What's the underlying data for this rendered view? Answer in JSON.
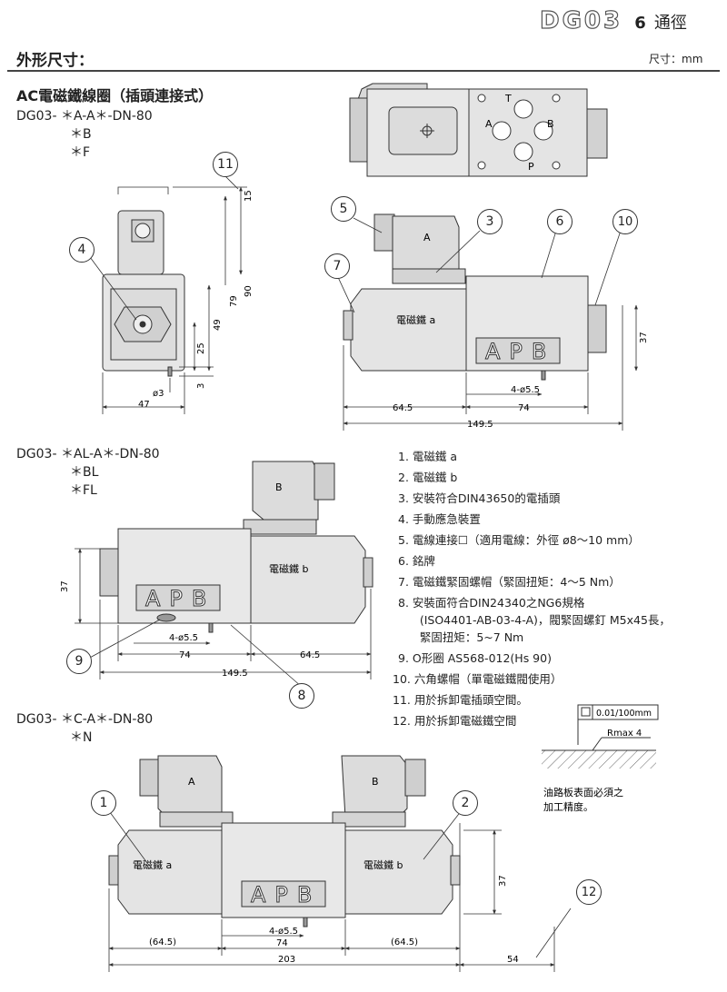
{
  "header": {
    "model": "DG03",
    "size_num": "6",
    "size_word": "通徑",
    "section_title": "外形尺寸：",
    "unit_label": "尺寸：mm"
  },
  "section1": {
    "title": "AC電磁鐵線圈（插頭連接式）",
    "codes": [
      "DG03-  ＊A-A＊-DN-80",
      "＊B",
      "＊F"
    ]
  },
  "section2": {
    "codes": [
      "DG03-  ＊AL-A＊-DN-80",
      "＊BL",
      "＊FL"
    ]
  },
  "section3": {
    "codes": [
      "DG03-  ＊C-A＊-DN-80",
      "＊N"
    ]
  },
  "callouts": [
    "1",
    "2",
    "3",
    "4",
    "5",
    "6",
    "7",
    "8",
    "9",
    "10",
    "11",
    "12"
  ],
  "labels": {
    "coil_a": "電磁鐵 a",
    "coil_b": "電磁鐵 b",
    "A": "A",
    "B": "B",
    "P": "P",
    "T": "T",
    "brand": "APB",
    "hole_spec": "4-ø5.5",
    "phi3": "ø3"
  },
  "dimensions": {
    "front_width": "47",
    "d90": "90",
    "d79": "79",
    "d49": "49",
    "d25": "25",
    "d3": "3",
    "d15": "15",
    "d64_5": "64.5",
    "d74": "74",
    "d149_5": "149.5",
    "d37": "37",
    "p64_5": "(64.5)",
    "d203": "203",
    "d54": "54"
  },
  "notes": [
    "1.  電磁鐵 a",
    "2.  電磁鐵 b",
    "3.  安裝符合DIN43650的電插頭",
    "4.  手動應急裝置",
    "5.  電線連接☐（適用電線：外徑 ø8～10 mm）",
    "6.  銘牌",
    "7.  電磁鐵緊固螺帽（緊固扭矩：4～5 Nm）",
    "8.  安裝面符合DIN24340之NG6規格",
    "      (ISO4401-AB-03-4-A)，閥緊固螺釘 M5x45長，",
    "      緊固扭矩：5~7 Nm",
    "9.  O形圈 AS568-012(Hs 90)",
    "10.  六角螺帽（單電磁鐵閥使用）",
    "11.  用於拆卸電插頭空間。",
    "12.  用於拆卸電磁鐵空間"
  ],
  "surface": {
    "flatness": "0.01/100mm",
    "roughness": "Rmax 4",
    "caption1": "油路板表面必須之",
    "caption2": "加工精度。"
  }
}
